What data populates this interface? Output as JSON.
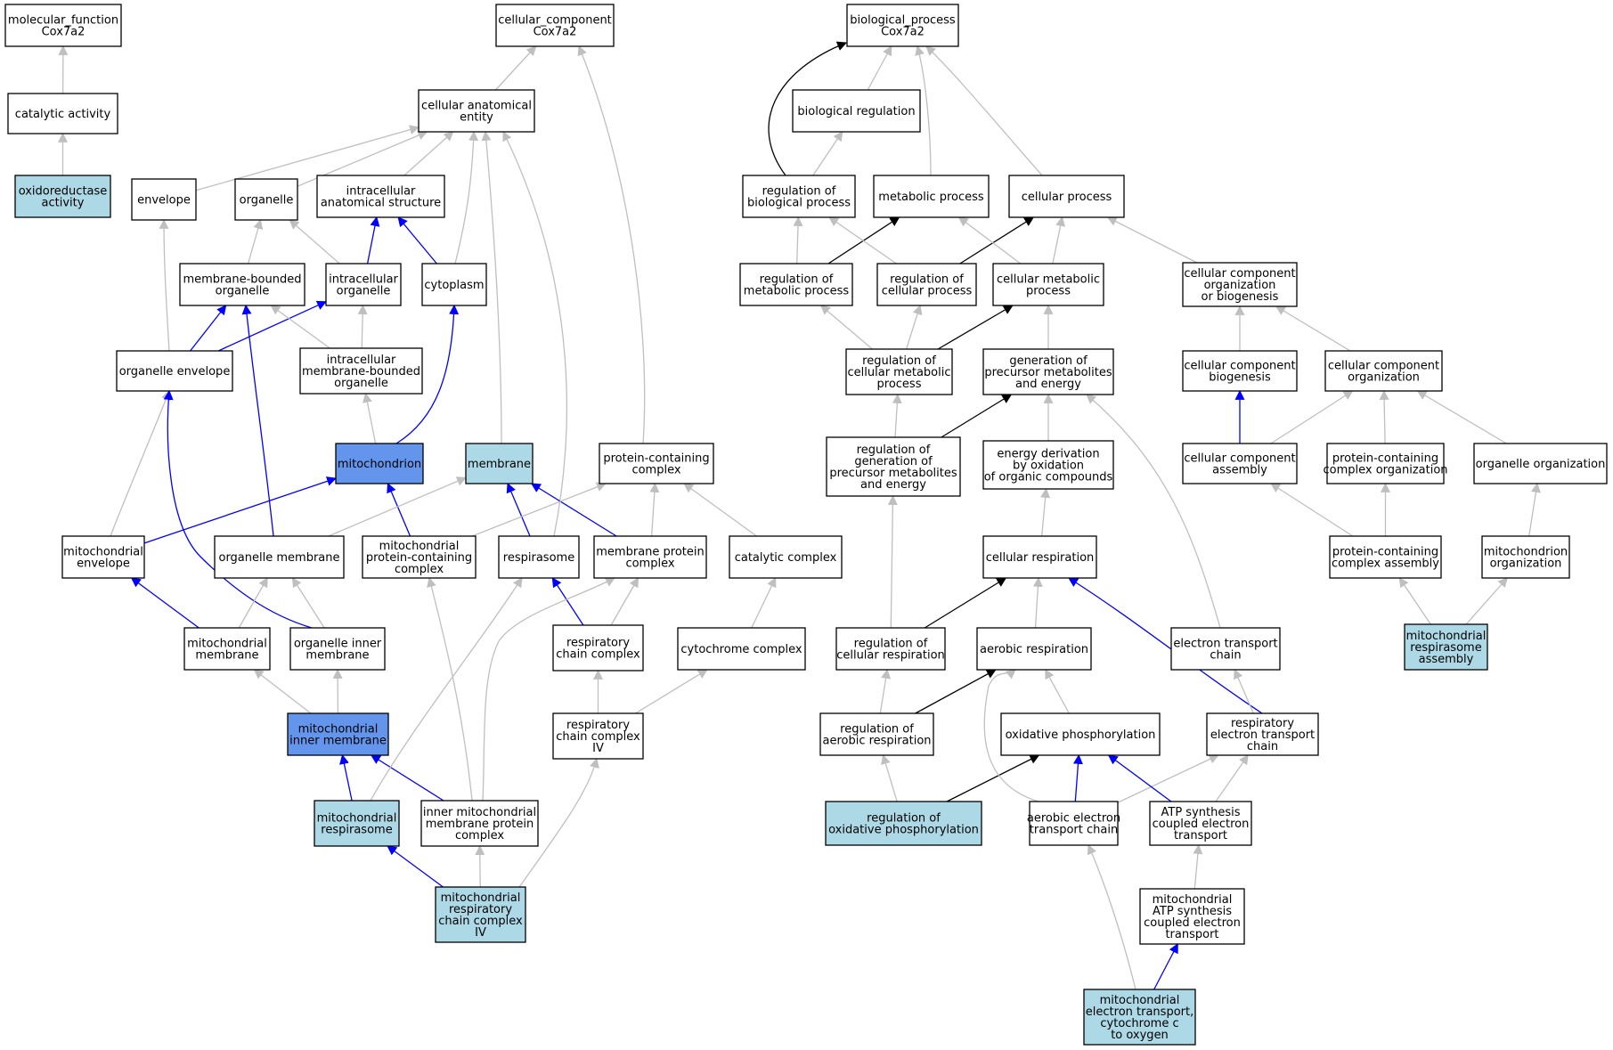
{
  "colors": {
    "node_default": "#ffffff",
    "node_light": "#add8e6",
    "node_dark": "#6495ed",
    "edge_gray": "#bfbfbf",
    "edge_blue": "#0000ff",
    "edge_black": "#000000"
  },
  "nodes": [
    {
      "id": "mf",
      "lines": [
        "molecular_function",
        "Cox7a2"
      ],
      "fill": "default"
    },
    {
      "id": "cat",
      "lines": [
        "catalytic activity"
      ],
      "fill": "default"
    },
    {
      "id": "oxi",
      "lines": [
        "oxidoreductase",
        "activity"
      ],
      "fill": "light"
    },
    {
      "id": "cc",
      "lines": [
        "cellular_component",
        "Cox7a2"
      ],
      "fill": "default"
    },
    {
      "id": "cae",
      "lines": [
        "cellular anatomical",
        "entity"
      ],
      "fill": "default"
    },
    {
      "id": "env",
      "lines": [
        "envelope"
      ],
      "fill": "default"
    },
    {
      "id": "org",
      "lines": [
        "organelle"
      ],
      "fill": "default"
    },
    {
      "id": "ias",
      "lines": [
        "intracellular",
        "anatomical structure"
      ],
      "fill": "default"
    },
    {
      "id": "mbo",
      "lines": [
        "membrane-bounded",
        "organelle"
      ],
      "fill": "default"
    },
    {
      "id": "io",
      "lines": [
        "intracellular",
        "organelle"
      ],
      "fill": "default"
    },
    {
      "id": "cyt",
      "lines": [
        "cytoplasm"
      ],
      "fill": "default"
    },
    {
      "id": "oe",
      "lines": [
        "organelle envelope"
      ],
      "fill": "default"
    },
    {
      "id": "imbo",
      "lines": [
        "intracellular",
        "membrane-bounded",
        "organelle"
      ],
      "fill": "default"
    },
    {
      "id": "mito",
      "lines": [
        "mitochondrion"
      ],
      "fill": "dark"
    },
    {
      "id": "mem",
      "lines": [
        "membrane"
      ],
      "fill": "light"
    },
    {
      "id": "pcc",
      "lines": [
        "protein-containing",
        "complex"
      ],
      "fill": "default"
    },
    {
      "id": "me",
      "lines": [
        "mitochondrial",
        "envelope"
      ],
      "fill": "default"
    },
    {
      "id": "om",
      "lines": [
        "organelle membrane"
      ],
      "fill": "default"
    },
    {
      "id": "mpcc",
      "lines": [
        "mitochondrial",
        "protein-containing",
        "complex"
      ],
      "fill": "default"
    },
    {
      "id": "resp",
      "lines": [
        "respirasome"
      ],
      "fill": "default"
    },
    {
      "id": "mpc",
      "lines": [
        "membrane protein",
        "complex"
      ],
      "fill": "default"
    },
    {
      "id": "catc",
      "lines": [
        "catalytic complex"
      ],
      "fill": "default"
    },
    {
      "id": "mm",
      "lines": [
        "mitochondrial",
        "membrane"
      ],
      "fill": "default"
    },
    {
      "id": "oim",
      "lines": [
        "organelle inner",
        "membrane"
      ],
      "fill": "default"
    },
    {
      "id": "rcc",
      "lines": [
        "respiratory",
        "chain complex"
      ],
      "fill": "default"
    },
    {
      "id": "cytc",
      "lines": [
        "cytochrome complex"
      ],
      "fill": "default"
    },
    {
      "id": "mim",
      "lines": [
        "mitochondrial",
        "inner membrane"
      ],
      "fill": "dark"
    },
    {
      "id": "rcc4",
      "lines": [
        "respiratory",
        "chain complex",
        "IV"
      ],
      "fill": "default"
    },
    {
      "id": "mresp",
      "lines": [
        "mitochondrial",
        "respirasome"
      ],
      "fill": "light"
    },
    {
      "id": "imm",
      "lines": [
        "inner mitochondrial",
        "membrane protein",
        "complex"
      ],
      "fill": "default"
    },
    {
      "id": "mrcc4",
      "lines": [
        "mitochondrial",
        "respiratory",
        "chain complex",
        "IV"
      ],
      "fill": "light"
    },
    {
      "id": "bp",
      "lines": [
        "biological_process",
        "Cox7a2"
      ],
      "fill": "default"
    },
    {
      "id": "breg",
      "lines": [
        "biological regulation"
      ],
      "fill": "default"
    },
    {
      "id": "rbp",
      "lines": [
        "regulation of",
        "biological process"
      ],
      "fill": "default"
    },
    {
      "id": "metp",
      "lines": [
        "metabolic process"
      ],
      "fill": "default"
    },
    {
      "id": "cellp",
      "lines": [
        "cellular process"
      ],
      "fill": "default"
    },
    {
      "id": "rmp",
      "lines": [
        "regulation of",
        "metabolic process"
      ],
      "fill": "default"
    },
    {
      "id": "rcp",
      "lines": [
        "regulation of",
        "cellular process"
      ],
      "fill": "default"
    },
    {
      "id": "cmp",
      "lines": [
        "cellular metabolic",
        "process"
      ],
      "fill": "default"
    },
    {
      "id": "ccob",
      "lines": [
        "cellular component",
        "organization",
        "or biogenesis"
      ],
      "fill": "default"
    },
    {
      "id": "rcmp",
      "lines": [
        "regulation of",
        "cellular metabolic",
        "process"
      ],
      "fill": "default"
    },
    {
      "id": "gpme",
      "lines": [
        "generation of",
        "precursor metabolites",
        "and energy"
      ],
      "fill": "default"
    },
    {
      "id": "ccb",
      "lines": [
        "cellular component",
        "biogenesis"
      ],
      "fill": "default"
    },
    {
      "id": "cco",
      "lines": [
        "cellular component",
        "organization"
      ],
      "fill": "default"
    },
    {
      "id": "rgpme",
      "lines": [
        "regulation of",
        "generation of",
        "precursor metabolites",
        "and energy"
      ],
      "fill": "default"
    },
    {
      "id": "edo",
      "lines": [
        "energy derivation",
        "by oxidation",
        "of organic compounds"
      ],
      "fill": "default"
    },
    {
      "id": "cca",
      "lines": [
        "cellular component",
        "assembly"
      ],
      "fill": "default"
    },
    {
      "id": "pco",
      "lines": [
        "protein-containing",
        "complex organization"
      ],
      "fill": "default"
    },
    {
      "id": "orgo",
      "lines": [
        "organelle organization"
      ],
      "fill": "default"
    },
    {
      "id": "cr",
      "lines": [
        "cellular respiration"
      ],
      "fill": "default"
    },
    {
      "id": "pca",
      "lines": [
        "protein-containing",
        "complex assembly"
      ],
      "fill": "default"
    },
    {
      "id": "mo",
      "lines": [
        "mitochondrion",
        "organization"
      ],
      "fill": "default"
    },
    {
      "id": "rcr",
      "lines": [
        "regulation of",
        "cellular respiration"
      ],
      "fill": "default"
    },
    {
      "id": "ar",
      "lines": [
        "aerobic respiration"
      ],
      "fill": "default"
    },
    {
      "id": "etc",
      "lines": [
        "electron transport",
        "chain"
      ],
      "fill": "default"
    },
    {
      "id": "mra",
      "lines": [
        "mitochondrial",
        "respirasome",
        "assembly"
      ],
      "fill": "light"
    },
    {
      "id": "rar",
      "lines": [
        "regulation of",
        "aerobic respiration"
      ],
      "fill": "default"
    },
    {
      "id": "op",
      "lines": [
        "oxidative phosphorylation"
      ],
      "fill": "default"
    },
    {
      "id": "retc",
      "lines": [
        "respiratory",
        "electron transport",
        "chain"
      ],
      "fill": "default"
    },
    {
      "id": "rop",
      "lines": [
        "regulation of",
        "oxidative phosphorylation"
      ],
      "fill": "light"
    },
    {
      "id": "aetc",
      "lines": [
        "aerobic electron",
        "transport chain"
      ],
      "fill": "default"
    },
    {
      "id": "asc",
      "lines": [
        "ATP synthesis",
        "coupled electron",
        "transport"
      ],
      "fill": "default"
    },
    {
      "id": "masc",
      "lines": [
        "mitochondrial",
        "ATP synthesis",
        "coupled electron",
        "transport"
      ],
      "fill": "default"
    },
    {
      "id": "metcc",
      "lines": [
        "mitochondrial",
        "electron transport,",
        "cytochrome c",
        "to oxygen"
      ],
      "fill": "light"
    }
  ],
  "edges": [
    {
      "from": "cat",
      "to": "mf",
      "color": "gray"
    },
    {
      "from": "oxi",
      "to": "cat",
      "color": "gray"
    },
    {
      "from": "cae",
      "to": "cc",
      "color": "gray"
    },
    {
      "from": "pcc",
      "to": "cc",
      "color": "gray"
    },
    {
      "from": "env",
      "to": "cae",
      "color": "gray"
    },
    {
      "from": "org",
      "to": "cae",
      "color": "gray"
    },
    {
      "from": "ias",
      "to": "cae",
      "color": "gray"
    },
    {
      "from": "cyt",
      "to": "cae",
      "color": "gray"
    },
    {
      "from": "mem",
      "to": "cae",
      "color": "gray"
    },
    {
      "from": "resp",
      "to": "cae",
      "color": "gray"
    },
    {
      "from": "mbo",
      "to": "org",
      "color": "gray"
    },
    {
      "from": "io",
      "to": "org",
      "color": "gray"
    },
    {
      "from": "io",
      "to": "ias",
      "color": "blue"
    },
    {
      "from": "cyt",
      "to": "ias",
      "color": "blue"
    },
    {
      "from": "oe",
      "to": "env",
      "color": "gray"
    },
    {
      "from": "oe",
      "to": "mbo",
      "color": "blue"
    },
    {
      "from": "oe",
      "to": "io",
      "color": "blue"
    },
    {
      "from": "imbo",
      "to": "mbo",
      "color": "gray"
    },
    {
      "from": "imbo",
      "to": "io",
      "color": "gray"
    },
    {
      "from": "om",
      "to": "mbo",
      "color": "blue"
    },
    {
      "from": "mito",
      "to": "imbo",
      "color": "gray"
    },
    {
      "from": "mito",
      "to": "cyt",
      "color": "blue"
    },
    {
      "from": "me",
      "to": "oe",
      "color": "gray"
    },
    {
      "from": "oim",
      "to": "oe",
      "color": "blue"
    },
    {
      "from": "me",
      "to": "mito",
      "color": "blue"
    },
    {
      "from": "mpcc",
      "to": "mito",
      "color": "blue"
    },
    {
      "from": "om",
      "to": "mem",
      "color": "gray"
    },
    {
      "from": "resp",
      "to": "mem",
      "color": "blue"
    },
    {
      "from": "mpc",
      "to": "mem",
      "color": "blue"
    },
    {
      "from": "mpcc",
      "to": "pcc",
      "color": "gray"
    },
    {
      "from": "mpc",
      "to": "pcc",
      "color": "gray"
    },
    {
      "from": "catc",
      "to": "pcc",
      "color": "gray"
    },
    {
      "from": "mm",
      "to": "me",
      "color": "blue"
    },
    {
      "from": "mm",
      "to": "om",
      "color": "gray"
    },
    {
      "from": "oim",
      "to": "om",
      "color": "gray"
    },
    {
      "from": "rcc",
      "to": "resp",
      "color": "blue"
    },
    {
      "from": "rcc",
      "to": "mpc",
      "color": "gray"
    },
    {
      "from": "cytc",
      "to": "catc",
      "color": "gray"
    },
    {
      "from": "mim",
      "to": "mm",
      "color": "gray"
    },
    {
      "from": "mim",
      "to": "oim",
      "color": "gray"
    },
    {
      "from": "rcc4",
      "to": "rcc",
      "color": "gray"
    },
    {
      "from": "rcc4",
      "to": "cytc",
      "color": "gray"
    },
    {
      "from": "mresp",
      "to": "mim",
      "color": "blue"
    },
    {
      "from": "imm",
      "to": "mim",
      "color": "blue"
    },
    {
      "from": "mresp",
      "to": "resp",
      "color": "gray"
    },
    {
      "from": "imm",
      "to": "mpcc",
      "color": "gray"
    },
    {
      "from": "imm",
      "to": "mpc",
      "color": "gray"
    },
    {
      "from": "mrcc4",
      "to": "mresp",
      "color": "blue"
    },
    {
      "from": "mrcc4",
      "to": "imm",
      "color": "gray"
    },
    {
      "from": "mrcc4",
      "to": "rcc4",
      "color": "gray"
    },
    {
      "from": "breg",
      "to": "bp",
      "color": "gray"
    },
    {
      "from": "rbp",
      "to": "bp",
      "color": "black"
    },
    {
      "from": "metp",
      "to": "bp",
      "color": "gray"
    },
    {
      "from": "cellp",
      "to": "bp",
      "color": "gray"
    },
    {
      "from": "rbp",
      "to": "breg",
      "color": "gray"
    },
    {
      "from": "rmp",
      "to": "rbp",
      "color": "gray"
    },
    {
      "from": "rmp",
      "to": "metp",
      "color": "black"
    },
    {
      "from": "rcp",
      "to": "rbp",
      "color": "gray"
    },
    {
      "from": "rcp",
      "to": "cellp",
      "color": "black"
    },
    {
      "from": "cmp",
      "to": "metp",
      "color": "gray"
    },
    {
      "from": "cmp",
      "to": "cellp",
      "color": "gray"
    },
    {
      "from": "ccob",
      "to": "cellp",
      "color": "gray"
    },
    {
      "from": "rcmp",
      "to": "rmp",
      "color": "gray"
    },
    {
      "from": "rcmp",
      "to": "rcp",
      "color": "gray"
    },
    {
      "from": "rcmp",
      "to": "cmp",
      "color": "black"
    },
    {
      "from": "gpme",
      "to": "cmp",
      "color": "gray"
    },
    {
      "from": "ccb",
      "to": "ccob",
      "color": "gray"
    },
    {
      "from": "cco",
      "to": "ccob",
      "color": "gray"
    },
    {
      "from": "rgpme",
      "to": "rcmp",
      "color": "gray"
    },
    {
      "from": "rgpme",
      "to": "gpme",
      "color": "black"
    },
    {
      "from": "edo",
      "to": "gpme",
      "color": "gray"
    },
    {
      "from": "cca",
      "to": "ccb",
      "color": "blue"
    },
    {
      "from": "cca",
      "to": "cco",
      "color": "gray"
    },
    {
      "from": "pco",
      "to": "cco",
      "color": "gray"
    },
    {
      "from": "orgo",
      "to": "cco",
      "color": "gray"
    },
    {
      "from": "cr",
      "to": "edo",
      "color": "gray"
    },
    {
      "from": "pca",
      "to": "cca",
      "color": "gray"
    },
    {
      "from": "pca",
      "to": "pco",
      "color": "gray"
    },
    {
      "from": "mo",
      "to": "orgo",
      "color": "gray"
    },
    {
      "from": "rcr",
      "to": "rgpme",
      "color": "gray"
    },
    {
      "from": "rcr",
      "to": "cr",
      "color": "black"
    },
    {
      "from": "ar",
      "to": "cr",
      "color": "gray"
    },
    {
      "from": "etc",
      "to": "gpme",
      "color": "gray"
    },
    {
      "from": "mra",
      "to": "pca",
      "color": "gray"
    },
    {
      "from": "mra",
      "to": "mo",
      "color": "gray"
    },
    {
      "from": "rar",
      "to": "rcr",
      "color": "gray"
    },
    {
      "from": "rar",
      "to": "ar",
      "color": "black"
    },
    {
      "from": "op",
      "to": "ar",
      "color": "gray"
    },
    {
      "from": "retc",
      "to": "cr",
      "color": "blue"
    },
    {
      "from": "retc",
      "to": "etc",
      "color": "gray"
    },
    {
      "from": "rop",
      "to": "rar",
      "color": "gray"
    },
    {
      "from": "rop",
      "to": "op",
      "color": "black"
    },
    {
      "from": "aetc",
      "to": "ar",
      "color": "gray"
    },
    {
      "from": "aetc",
      "to": "op",
      "color": "blue"
    },
    {
      "from": "aetc",
      "to": "retc",
      "color": "gray"
    },
    {
      "from": "asc",
      "to": "op",
      "color": "blue"
    },
    {
      "from": "asc",
      "to": "retc",
      "color": "gray"
    },
    {
      "from": "masc",
      "to": "asc",
      "color": "gray"
    },
    {
      "from": "metcc",
      "to": "aetc",
      "color": "gray"
    },
    {
      "from": "metcc",
      "to": "masc",
      "color": "blue"
    }
  ]
}
